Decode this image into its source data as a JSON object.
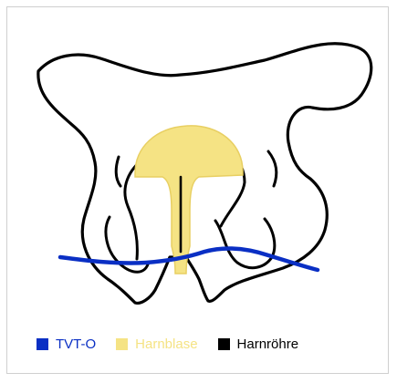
{
  "legend": [
    {
      "label": "TVT-O",
      "color": "#0a2fc4",
      "label_color": "#0a2fc4"
    },
    {
      "label": "Harnblase",
      "color": "#f5e384",
      "label_color": "#f5e384"
    },
    {
      "label": "Harnröhre",
      "color": "#000000",
      "label_color": "#000000"
    }
  ],
  "colors": {
    "bone_outline": "#000000",
    "bone_fill": "#ffffff",
    "bladder": "#f5e384",
    "bladder_outline": "#e8cf62",
    "tape": "#0a2fc4",
    "frame_border": "#cfcfcf"
  }
}
